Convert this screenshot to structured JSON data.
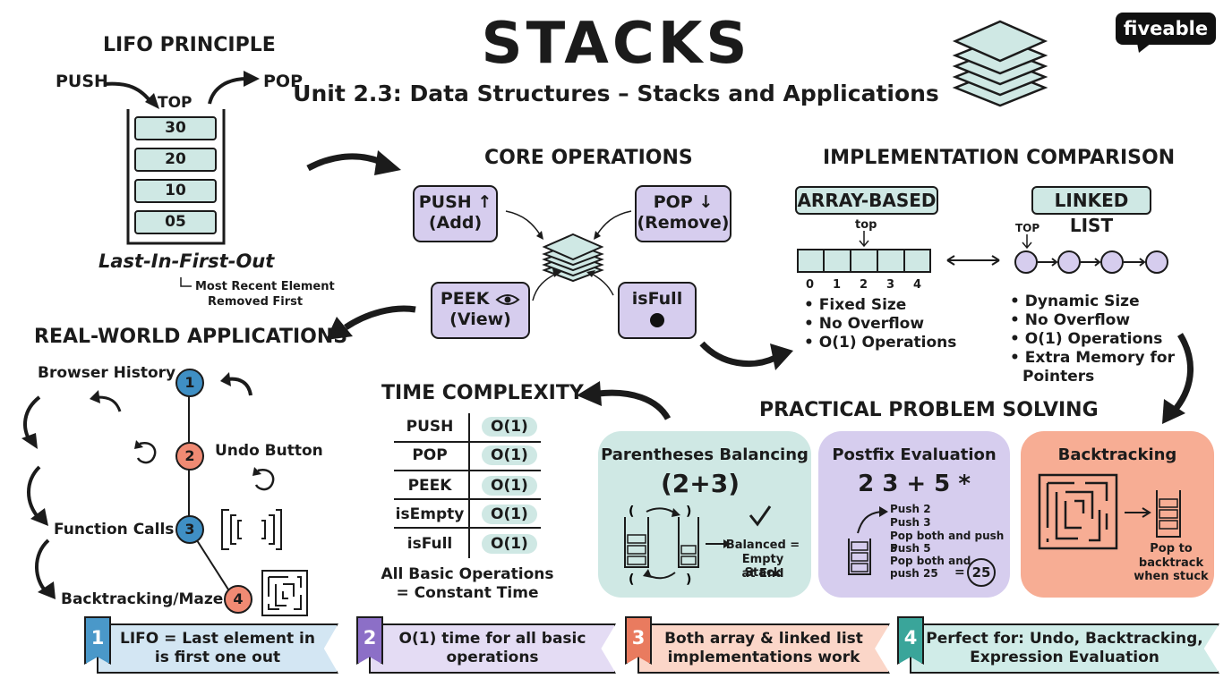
{
  "header": {
    "title": "STACKS",
    "subtitle": "Unit 2.3: Data Structures – Stacks and Applications",
    "brand": "fiveable",
    "brand_accent": "able"
  },
  "lifo": {
    "title": "LIFO PRINCIPLE",
    "push": "PUSH",
    "pop": "POP",
    "top": "TOP",
    "cells": [
      "30",
      "20",
      "10",
      "05"
    ],
    "caption": "Last-In-First-Out",
    "note_line1": "Most Recent Element",
    "note_line2": "Removed First"
  },
  "core": {
    "title": "CORE OPERATIONS",
    "push_line1": "PUSH",
    "push_arrow": "↑",
    "push_line2": "(Add)",
    "pop_line1": "POP",
    "pop_arrow": "↓",
    "pop_line2": "(Remove)",
    "peek_line1": "PEEK",
    "peek_icon": "eye-icon",
    "peek_line2": "(View)",
    "isfull_line1": "isFull"
  },
  "impl": {
    "title": "IMPLEMENTATION COMPARISON",
    "array": {
      "label": "ARRAY-BASED",
      "top": "top",
      "indices": [
        "0",
        "1",
        "2",
        "3",
        "4"
      ],
      "bullets": [
        "Fixed Size",
        "No Overflow",
        "O(1) Operations"
      ]
    },
    "linked": {
      "label": "LINKED LIST",
      "top": "TOP",
      "bullets": [
        "Dynamic Size",
        "No Overflow",
        "O(1) Operations",
        "Extra Memory for",
        "Pointers"
      ]
    }
  },
  "apps": {
    "title": "REAL-WORLD APPLICATIONS",
    "items": [
      {
        "num": "1",
        "label": "Browser History"
      },
      {
        "num": "2",
        "label": "Undo Button"
      },
      {
        "num": "3",
        "label": "Function Calls"
      },
      {
        "num": "4",
        "label": "Backtracking/Maze"
      }
    ]
  },
  "time": {
    "title": "TIME COMPLEXITY",
    "rows": [
      {
        "op": "PUSH",
        "cost": "O(1)"
      },
      {
        "op": "POP",
        "cost": "O(1)"
      },
      {
        "op": "PEEK",
        "cost": "O(1)"
      },
      {
        "op": "isEmpty",
        "cost": "O(1)"
      },
      {
        "op": "isFull",
        "cost": "O(1)"
      }
    ],
    "footer_line1": "All Basic Operations",
    "footer_line2": "= Constant Time"
  },
  "practical": {
    "title": "PRACTICAL PROBLEM SOLVING",
    "cards": [
      {
        "title": "Parentheses Balancing",
        "expr": "(2+3)",
        "result_line1": "Balanced =",
        "result_line2": "Empty Stack",
        "result_line3": "at End"
      },
      {
        "title": "Postfix Evaluation",
        "expr": "2 3 + 5 *",
        "steps": [
          "Push 2",
          "Push 3",
          "Pop both and push 5",
          "Push 5",
          "Pop both and",
          "push 25"
        ],
        "eq": "=",
        "result": "25"
      },
      {
        "title": "Backtracking",
        "note_line1": "Pop to",
        "note_line2": "backtrack",
        "note_line3": "when stuck"
      }
    ]
  },
  "takeaways": [
    {
      "num": "1",
      "line1": "LIFO = Last element in",
      "line2": "is first one out"
    },
    {
      "num": "2",
      "line1": "O(1) time for all basic",
      "line2": "operations"
    },
    {
      "num": "3",
      "line1": "Both array & linked list",
      "line2": "implementations work"
    },
    {
      "num": "4",
      "line1": "Perfect for: Undo, Backtracking,",
      "line2": "Expression Evaluation"
    }
  ],
  "colors": {
    "teal": "#cfe8e4",
    "purple": "#d6cdee",
    "salmon": "#f7ad94",
    "blue": "#3f8fc4",
    "node_red": "#f08a73",
    "ribbon_blue": "#4a98c9",
    "ribbon_purple": "#8c6fc7",
    "ribbon_red": "#e97b5f",
    "ribbon_teal": "#3aa59a"
  }
}
